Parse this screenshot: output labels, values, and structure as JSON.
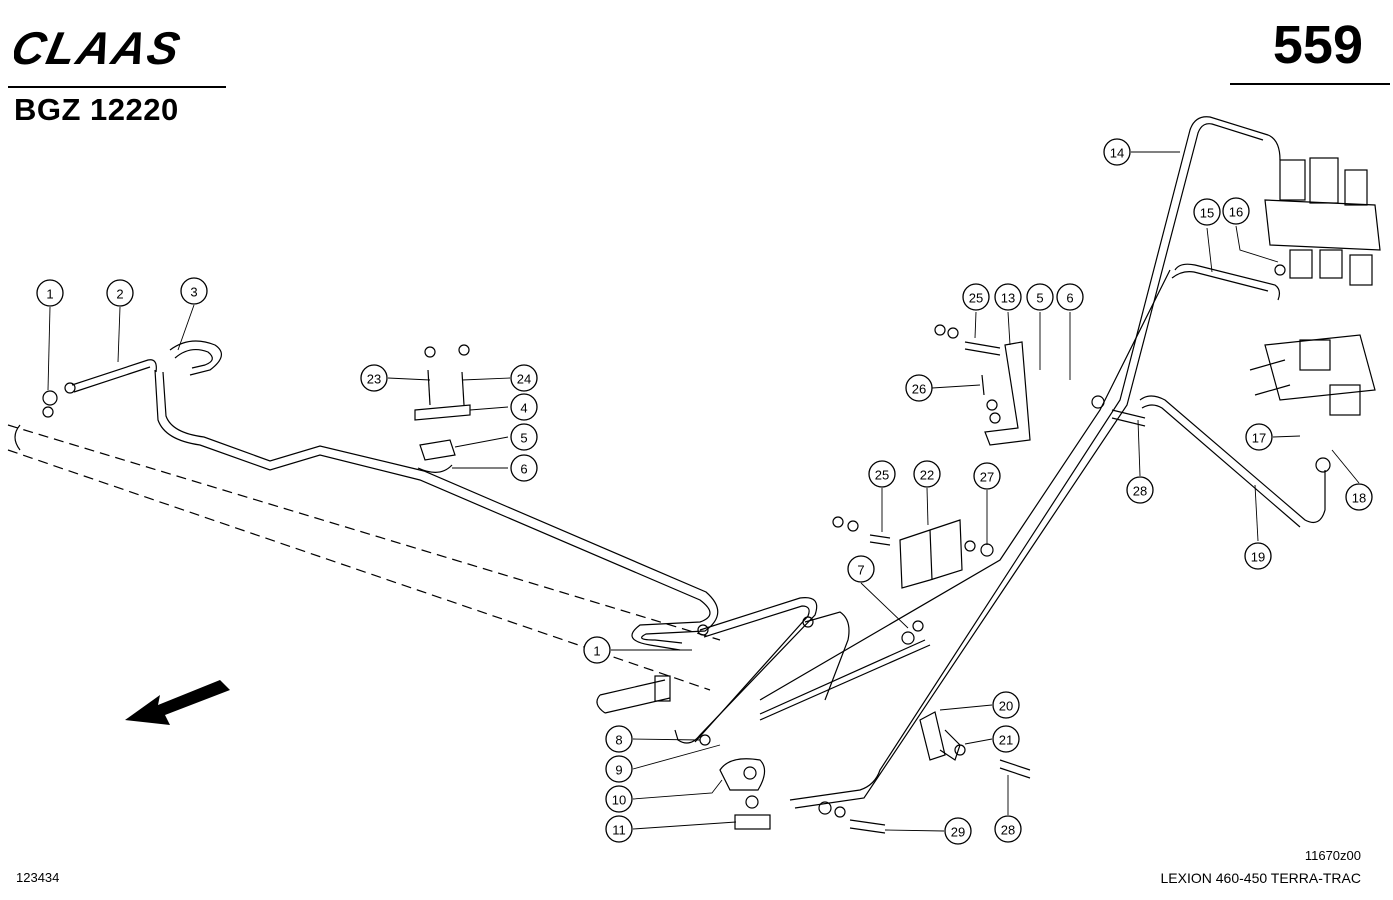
{
  "header": {
    "brand_logo_text": "CLAAS",
    "part_number": "BGZ 12220",
    "page_number": "559"
  },
  "footer": {
    "left_code": "123434",
    "figure_ref": "11670z00",
    "model": "LEXION 460-450 TERRA-TRAC"
  },
  "callouts": [
    {
      "label": "1"
    },
    {
      "label": "2"
    },
    {
      "label": "3"
    },
    {
      "label": "23"
    },
    {
      "label": "24"
    },
    {
      "label": "4"
    },
    {
      "label": "5"
    },
    {
      "label": "6"
    },
    {
      "label": "1"
    },
    {
      "label": "8"
    },
    {
      "label": "9"
    },
    {
      "label": "10"
    },
    {
      "label": "11"
    },
    {
      "label": "29"
    },
    {
      "label": "7"
    },
    {
      "label": "25"
    },
    {
      "label": "22"
    },
    {
      "label": "27"
    },
    {
      "label": "26"
    },
    {
      "label": "25"
    },
    {
      "label": "13"
    },
    {
      "label": "5"
    },
    {
      "label": "6"
    },
    {
      "label": "14"
    },
    {
      "label": "15"
    },
    {
      "label": "16"
    },
    {
      "label": "28"
    },
    {
      "label": "17"
    },
    {
      "label": "18"
    },
    {
      "label": "19"
    },
    {
      "label": "20"
    },
    {
      "label": "21"
    },
    {
      "label": "28"
    }
  ]
}
